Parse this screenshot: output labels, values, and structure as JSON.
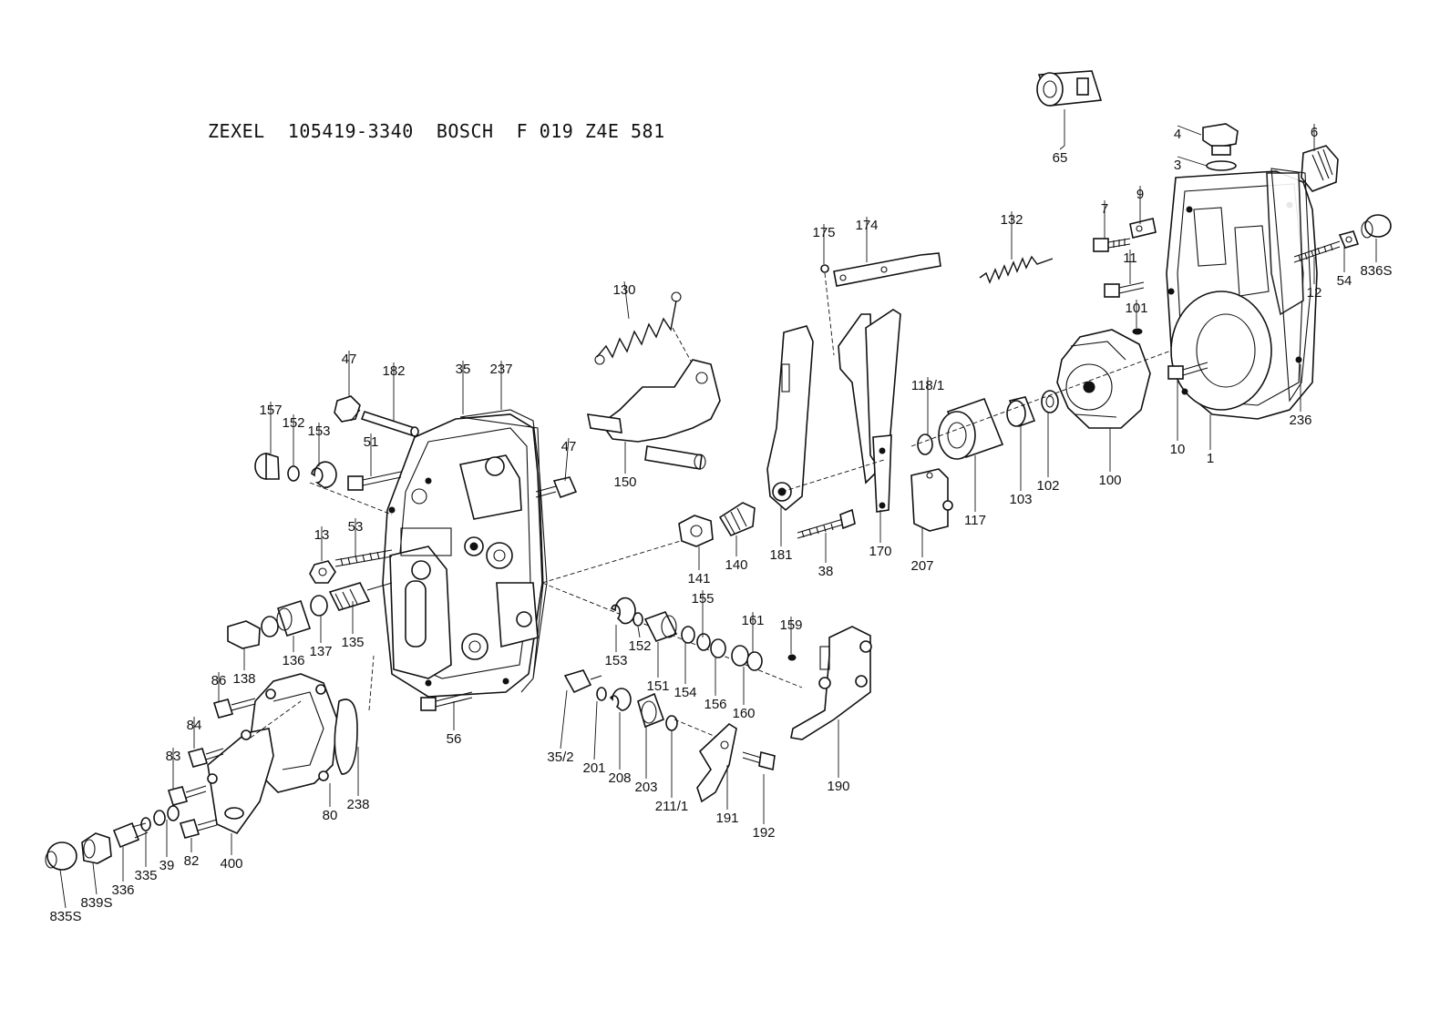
{
  "title": "ZEXEL  105419-3340  BOSCH  F 019 Z4E 581",
  "callouts": [
    "65",
    "4",
    "3",
    "6",
    "7",
    "9",
    "11",
    "12",
    "54",
    "836S",
    "101",
    "10",
    "1",
    "236",
    "175",
    "174",
    "132",
    "118/1",
    "103",
    "102",
    "100",
    "117",
    "207",
    "170",
    "38",
    "181",
    "130",
    "150",
    "47",
    "182",
    "35",
    "237",
    "157",
    "152",
    "153",
    "51",
    "13",
    "53",
    "141",
    "140",
    "138",
    "136",
    "137",
    "135",
    "86",
    "84",
    "83",
    "80",
    "238",
    "56",
    "155",
    "161",
    "159",
    "151",
    "154",
    "156",
    "160",
    "35/2",
    "201",
    "208",
    "203",
    "211/1",
    "191",
    "192",
    "190",
    "835S",
    "839S",
    "336",
    "335",
    "39",
    "82",
    "400"
  ]
}
